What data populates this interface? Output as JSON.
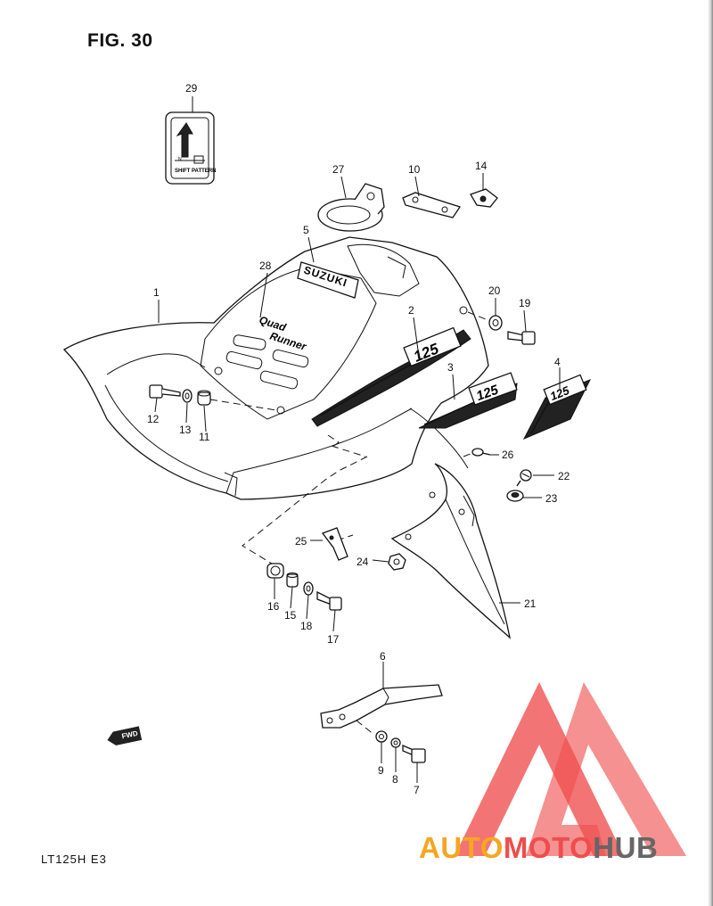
{
  "figure": {
    "title": "FIG. 30",
    "model": "LT125H E3"
  },
  "parts": [
    {
      "id": "1",
      "label": "1"
    },
    {
      "id": "2",
      "label": "2"
    },
    {
      "id": "3",
      "label": "3"
    },
    {
      "id": "4",
      "label": "4"
    },
    {
      "id": "5",
      "label": "5"
    },
    {
      "id": "6",
      "label": "6"
    },
    {
      "id": "7",
      "label": "7"
    },
    {
      "id": "8",
      "label": "8"
    },
    {
      "id": "9",
      "label": "9"
    },
    {
      "id": "10",
      "label": "10"
    },
    {
      "id": "11",
      "label": "11"
    },
    {
      "id": "12",
      "label": "12"
    },
    {
      "id": "13",
      "label": "13"
    },
    {
      "id": "14",
      "label": "14"
    },
    {
      "id": "15",
      "label": "15"
    },
    {
      "id": "16",
      "label": "16"
    },
    {
      "id": "17",
      "label": "17"
    },
    {
      "id": "18",
      "label": "18"
    },
    {
      "id": "19",
      "label": "19"
    },
    {
      "id": "20",
      "label": "20"
    },
    {
      "id": "21",
      "label": "21"
    },
    {
      "id": "22",
      "label": "22"
    },
    {
      "id": "23",
      "label": "23"
    },
    {
      "id": "24",
      "label": "24"
    },
    {
      "id": "25",
      "label": "25"
    },
    {
      "id": "26",
      "label": "26"
    },
    {
      "id": "27",
      "label": "27"
    },
    {
      "id": "28",
      "label": "28"
    },
    {
      "id": "29",
      "label": "29"
    }
  ],
  "part_markings": {
    "emblem": "SUZUKI",
    "decal_28_line1": "Quad",
    "decal_28_line2": "Runner",
    "decal_2": "125",
    "decal_3": "125",
    "decal_4": "125",
    "label_29": "SHIFT PATTERN",
    "label_29_n": "N",
    "fwd": "FWD"
  },
  "watermark": {
    "part1": "AUTO",
    "part2": "MOTO",
    "part3": "HUB"
  },
  "colors": {
    "ink": "#111111",
    "watermark_red": "#ef4d4d",
    "watermark_orange": "#f5a623",
    "watermark_gray": "#666666"
  }
}
